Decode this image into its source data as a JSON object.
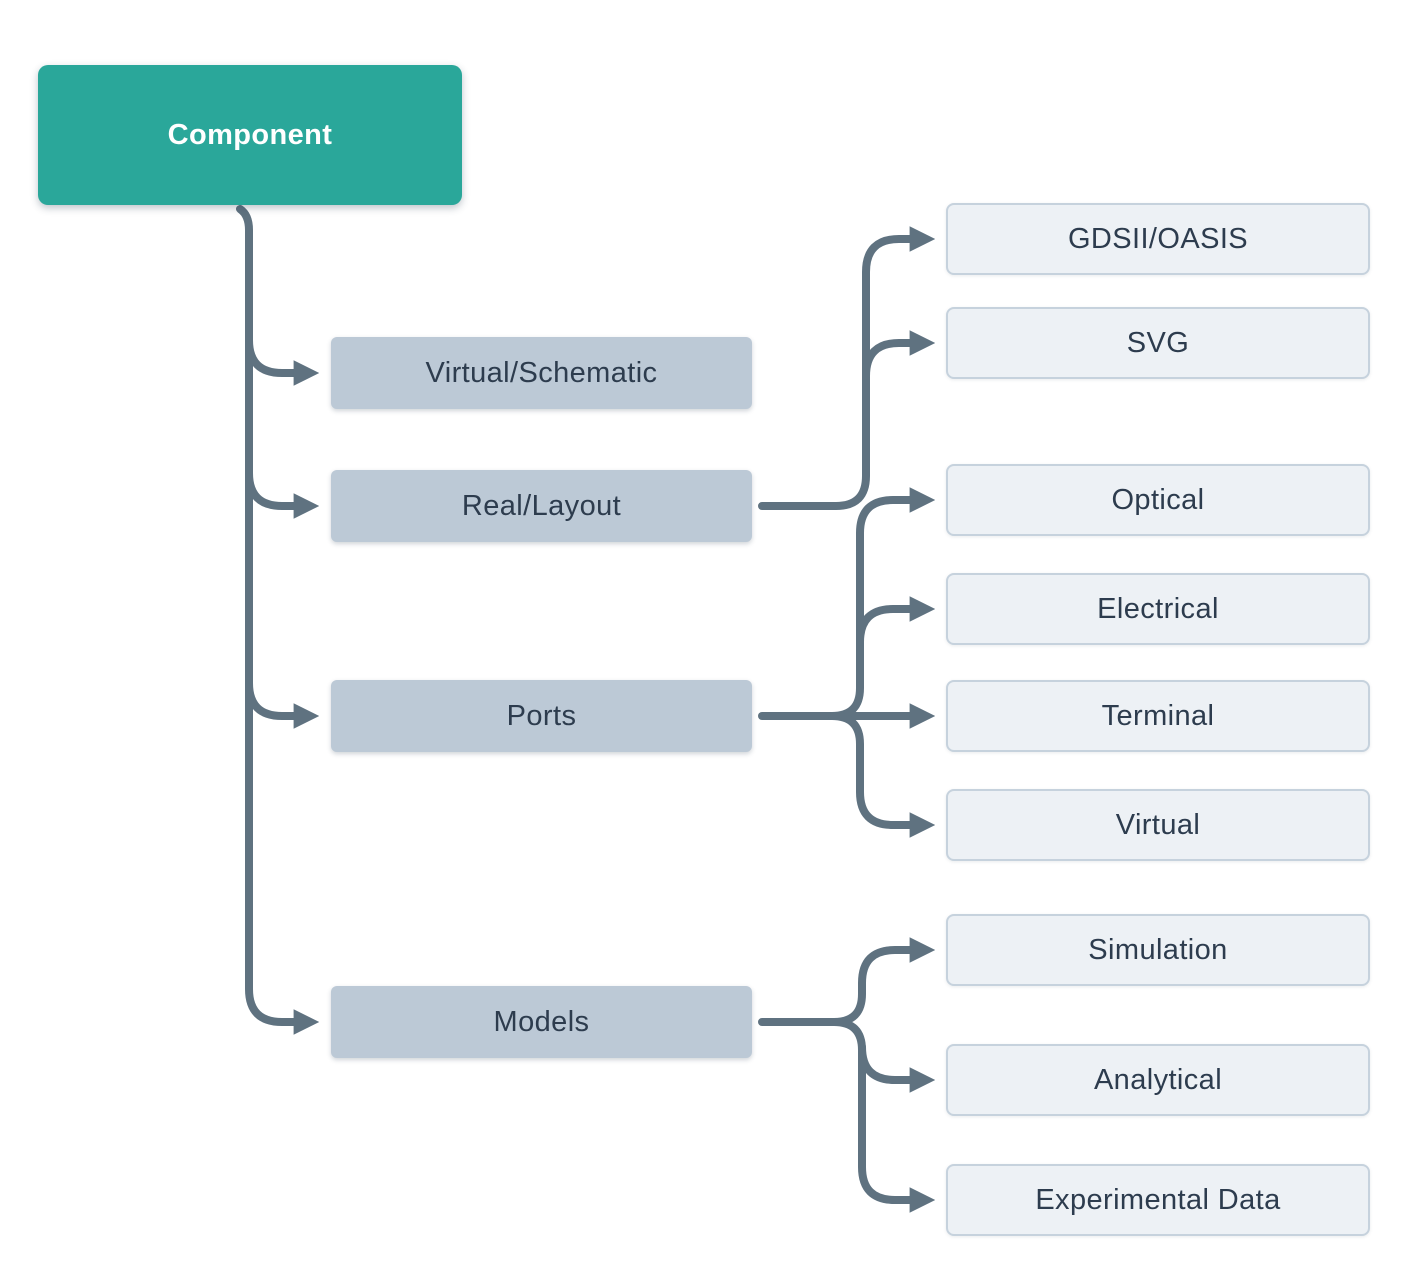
{
  "diagram": {
    "title_hint": "Component class structure tree",
    "nodes": {
      "component": "Component",
      "virtual_schematic": "Virtual/Schematic",
      "real_layout": "Real/Layout",
      "ports": "Ports",
      "models": "Models",
      "gdsii_oasis": "GDSII/OASIS",
      "svg": "SVG",
      "optical": "Optical",
      "electrical": "Electrical",
      "terminal": "Terminal",
      "virtual": "Virtual",
      "simulation": "Simulation",
      "analytical": "Analytical",
      "experimental_data": "Experimental Data"
    },
    "edges": [
      {
        "from": "Component",
        "to": "Virtual/Schematic"
      },
      {
        "from": "Component",
        "to": "Real/Layout"
      },
      {
        "from": "Component",
        "to": "Ports"
      },
      {
        "from": "Component",
        "to": "Models"
      },
      {
        "from": "Real/Layout",
        "to": "GDSII/OASIS"
      },
      {
        "from": "Real/Layout",
        "to": "SVG"
      },
      {
        "from": "Ports",
        "to": "Optical"
      },
      {
        "from": "Ports",
        "to": "Electrical"
      },
      {
        "from": "Ports",
        "to": "Terminal"
      },
      {
        "from": "Ports",
        "to": "Virtual"
      },
      {
        "from": "Models",
        "to": "Simulation"
      },
      {
        "from": "Models",
        "to": "Analytical"
      },
      {
        "from": "Models",
        "to": "Experimental Data"
      }
    ],
    "colors": {
      "root_fill": "#2aa79a",
      "root_text": "#ffffff",
      "mid_fill": "#bcc9d6",
      "leaf_fill": "#edf1f5",
      "leaf_border": "#c6d2dd",
      "node_text": "#2d3c4e",
      "connector": "#5f7280",
      "background": "#ffffff"
    }
  }
}
